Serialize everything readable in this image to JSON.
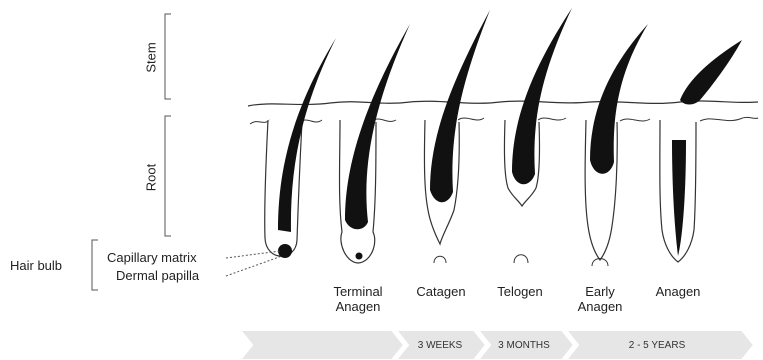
{
  "side_labels": {
    "stem": "Stem",
    "root": "Root",
    "hair_bulb": "Hair bulb",
    "capillary_matrix": "Capillary matrix",
    "dermal_papilla": "Dermal papilla"
  },
  "stages": [
    {
      "label": "Terminal\nAnagen"
    },
    {
      "label": "Catagen"
    },
    {
      "label": "Telogen"
    },
    {
      "label": "Early\nAnagen"
    },
    {
      "label": "Anagen"
    }
  ],
  "timeline": [
    {
      "label": ""
    },
    {
      "label": "3 WEEKS"
    },
    {
      "label": "3 MONTHS"
    },
    {
      "label": "2 - 5 YEARS"
    }
  ],
  "colors": {
    "hair": "#111111",
    "outline": "#333333",
    "bracket": "#555555",
    "arrow_fill": "#e6e6e6",
    "arrow_stroke": "#ffffff"
  }
}
